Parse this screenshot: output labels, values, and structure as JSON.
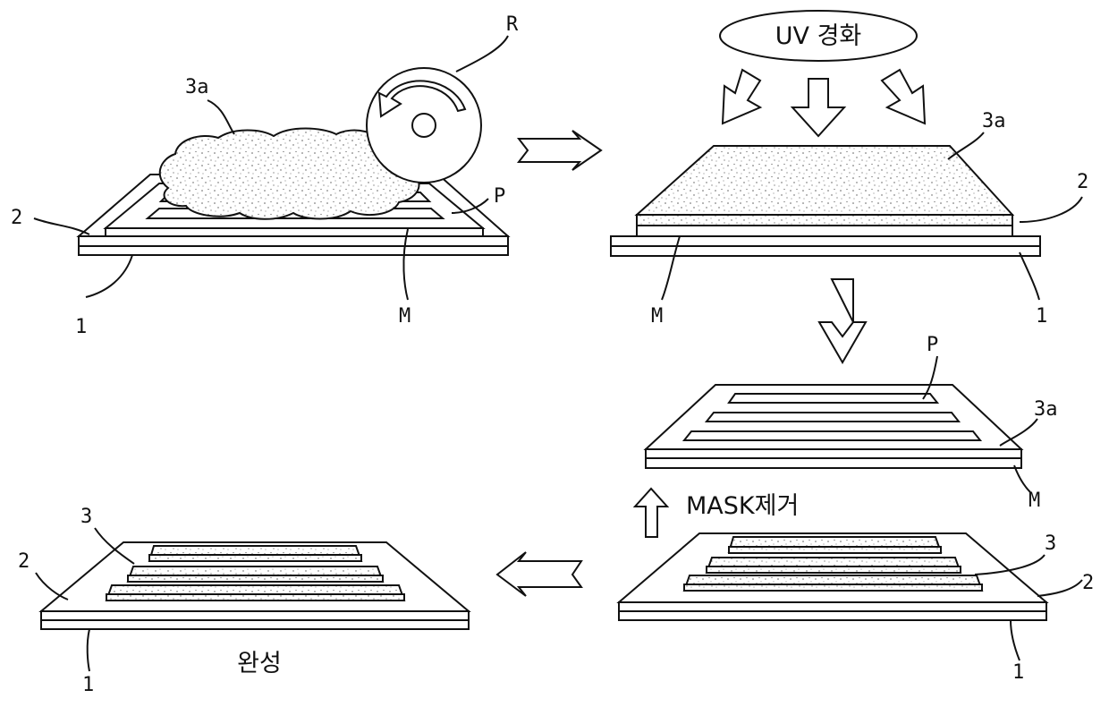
{
  "labels": {
    "uv_cure": "UV 경화",
    "mask_remove": "MASK제거",
    "complete": "완성",
    "roller": "R",
    "resin_3a": "3a",
    "layer_2": "2",
    "substrate_1": "1",
    "mask_M": "M",
    "pattern_P": "P",
    "pattern_3": "3"
  },
  "colors": {
    "line": "#111111",
    "fill": "#ffffff",
    "stipple": "#555555"
  }
}
